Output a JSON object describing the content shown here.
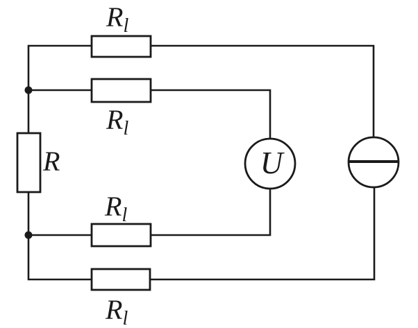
{
  "canvas": {
    "background": "#ffffff",
    "ink": "#1a1a1a"
  },
  "circuit": {
    "labels": {
      "lead_top": {
        "main": "R",
        "sub": "l"
      },
      "lead_sense_top": {
        "main": "R",
        "sub": "l"
      },
      "resistor_under_test": {
        "main": "R",
        "sub": ""
      },
      "lead_sense_bottom": {
        "main": "R",
        "sub": "l"
      },
      "lead_bottom": {
        "main": "R",
        "sub": "l"
      },
      "voltmeter": {
        "main": "U",
        "sub": ""
      }
    }
  }
}
